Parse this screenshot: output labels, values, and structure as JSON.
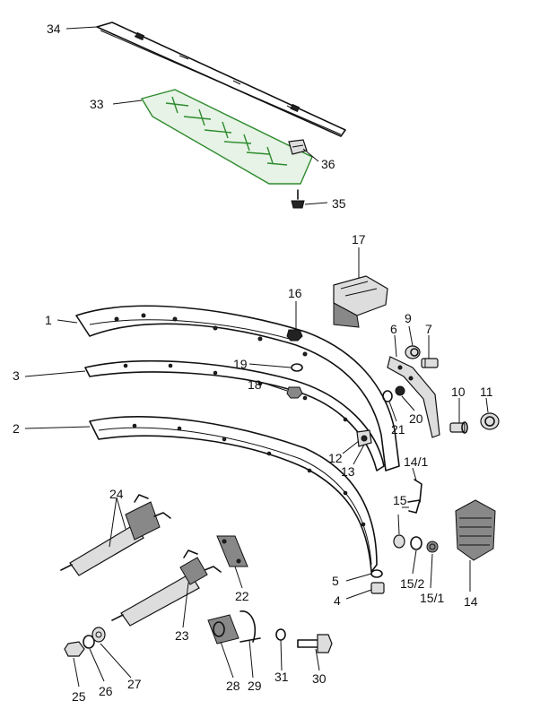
{
  "diagram": {
    "labels": {
      "p1": "1",
      "p2": "2",
      "p3": "3",
      "p4": "4",
      "p5": "5",
      "p6": "6",
      "p7": "7",
      "p9": "9",
      "p10": "10",
      "p11": "11",
      "p12": "12",
      "p13": "13",
      "p14": "14",
      "p14_1": "14/1",
      "p15": "15",
      "p15_1": "15/1",
      "p15_2": "15/2",
      "p16": "16",
      "p17": "17",
      "p18": "18",
      "p19": "19",
      "p20": "20",
      "p21": "21",
      "p22": "22",
      "p23": "23",
      "p24": "24",
      "p25": "25",
      "p26": "26",
      "p27": "27",
      "p28": "28",
      "p29": "29",
      "p30": "30",
      "p31": "31",
      "p33": "33",
      "p34": "34",
      "p35": "35",
      "p36": "36"
    },
    "colors": {
      "line": "#111111",
      "highlight": "#2e8b2e",
      "background": "#ffffff"
    }
  }
}
